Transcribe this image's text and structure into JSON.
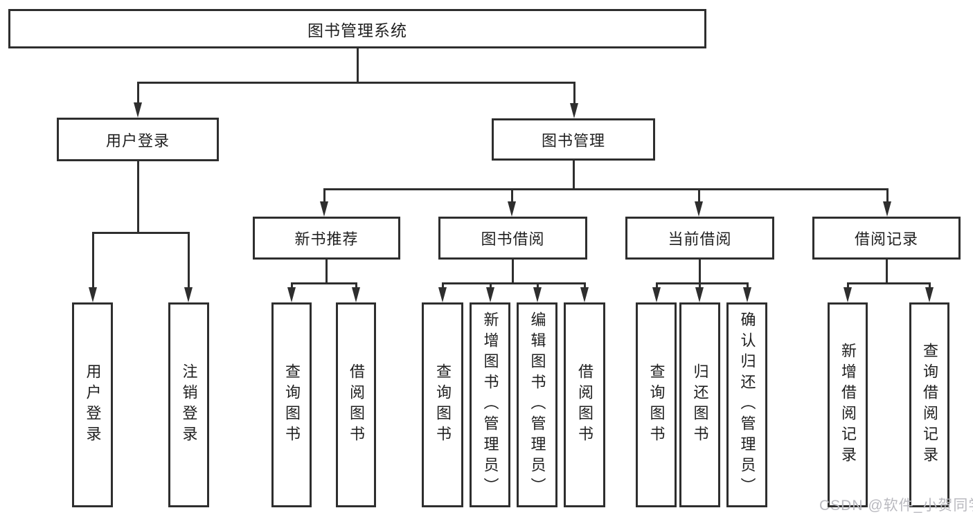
{
  "diagram_type": "hierarchy-tree",
  "tree": {
    "label": "图书管理系统",
    "children": [
      {
        "label": "用户登录",
        "children": [
          {
            "label": "用户登录"
          },
          {
            "label": "注销登录"
          }
        ]
      },
      {
        "label": "图书管理",
        "children": [
          {
            "label": "新书推荐",
            "children": [
              {
                "label": "查询图书"
              },
              {
                "label": "借阅图书"
              }
            ]
          },
          {
            "label": "图书借阅",
            "children": [
              {
                "label": "查询图书"
              },
              {
                "label": "新增图书（管理员）"
              },
              {
                "label": "编辑图书（管理员）"
              },
              {
                "label": "借阅图书"
              }
            ]
          },
          {
            "label": "当前借阅",
            "children": [
              {
                "label": "查询图书"
              },
              {
                "label": "归还图书"
              },
              {
                "label": "确认归还（管理员）"
              }
            ]
          },
          {
            "label": "借阅记录",
            "children": [
              {
                "label": "新增借阅记录"
              },
              {
                "label": "查询借阅记录"
              }
            ]
          }
        ]
      }
    ]
  },
  "watermark": "CSDN @软件_小贺同学",
  "colors": {
    "line": "#2e2e2e",
    "box_border": "#2e2e2e",
    "text": "#1f1f1f",
    "watermark": "#b9b9bf",
    "background": "#ffffff"
  }
}
